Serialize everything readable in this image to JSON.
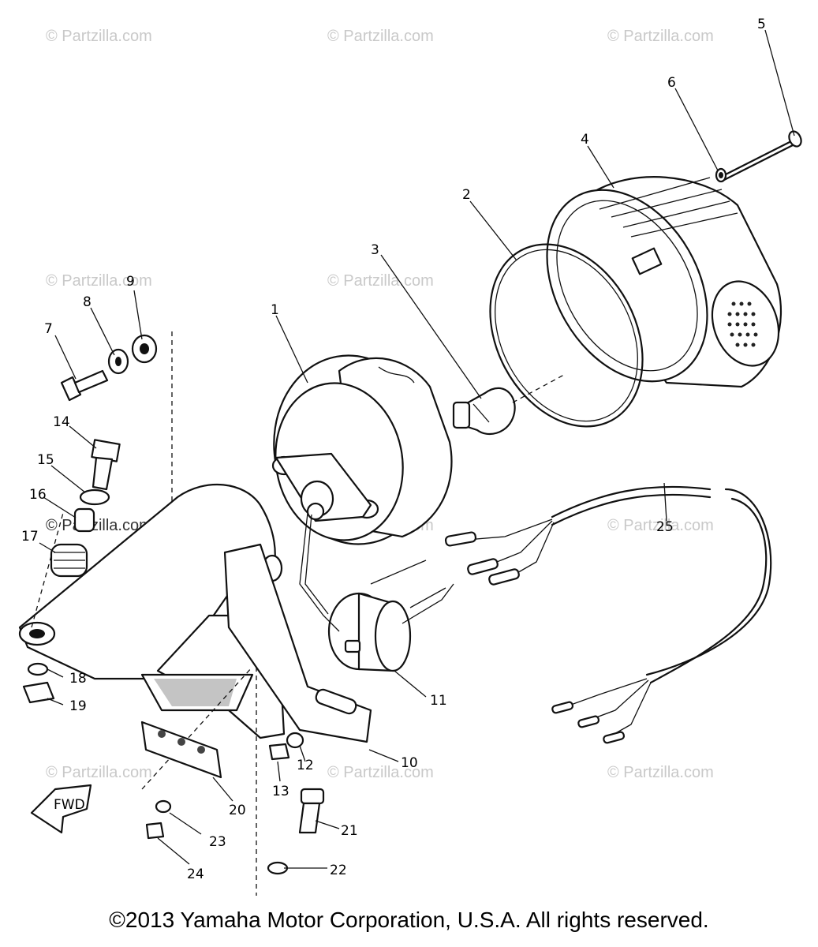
{
  "watermark_text": "© Partzilla.com",
  "copyright": "©2013 Yamaha Motor Corporation, U.S.A. All rights reserved.",
  "fwd_label": "FWD",
  "callouts": [
    "1",
    "2",
    "3",
    "4",
    "5",
    "6",
    "7",
    "8",
    "9",
    "10",
    "11",
    "12",
    "13",
    "14",
    "15",
    "16",
    "17",
    "18",
    "19",
    "20",
    "21",
    "22",
    "23",
    "24",
    "25"
  ]
}
